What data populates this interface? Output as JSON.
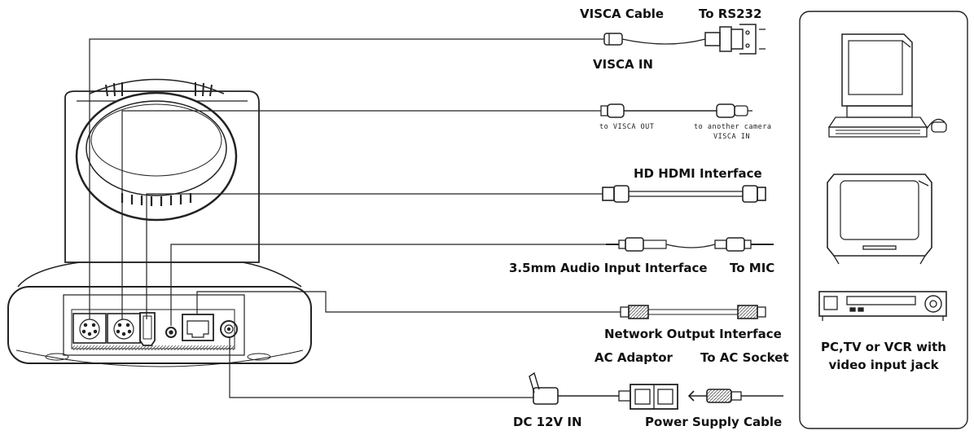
{
  "labels": {
    "visca_cable": "VISCA Cable",
    "to_rs232": "To RS232",
    "visca_in": "VISCA IN",
    "to_visca_out": "to VISCA OUT",
    "to_another_camera_line1": "to another camera",
    "to_another_camera_line2": "VISCA IN",
    "hd_hdmi_interface": "HD HDMI Interface",
    "audio_input_interface": "3.5mm Audio Input Interface",
    "to_mic": "To MIC",
    "network_output_interface": "Network Output Interface",
    "ac_adaptor": "AC Adaptor",
    "to_ac_socket": "To AC Socket",
    "dc_12v_in": "DC 12V IN",
    "power_supply_cable": "Power Supply Cable",
    "device_caption_line1": "PC,TV or VCR with",
    "device_caption_line2": "video input jack"
  },
  "colors": {
    "line": "#222222",
    "background": "#ffffff"
  }
}
